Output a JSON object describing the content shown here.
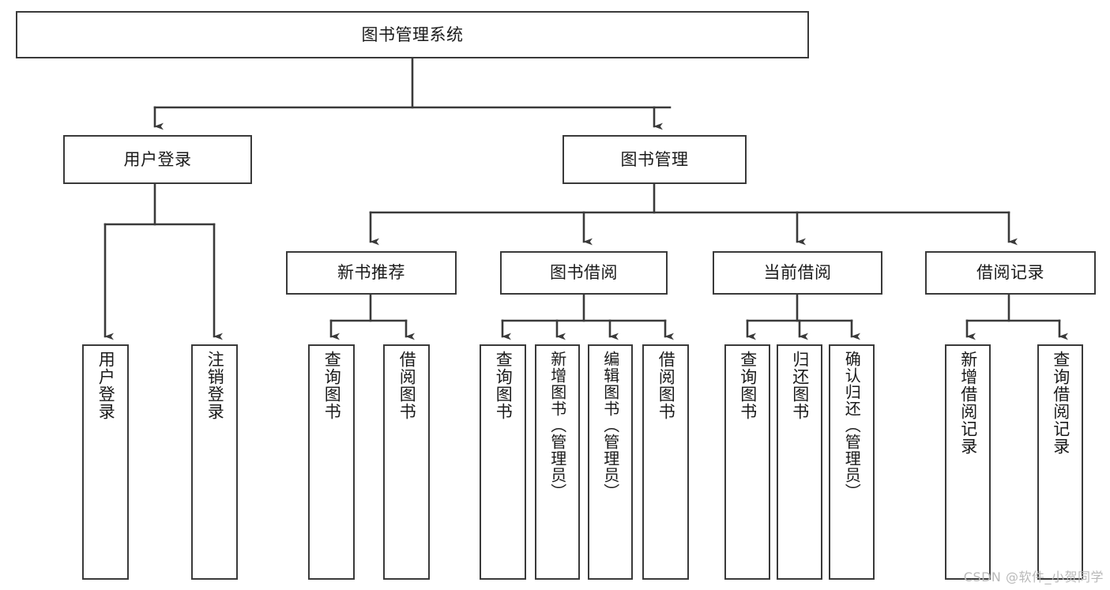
{
  "diagram": {
    "type": "tree",
    "title": "图书管理系统",
    "watermark": "CSDN @软件_小贺同学",
    "colors": {
      "box_border": "#3a3a3a",
      "box_fill": "#ffffff",
      "connector": "#3a3a3a",
      "text": "#1a1a1a",
      "watermark": "#b9b9b9",
      "background": "#ffffff"
    },
    "levels": {
      "root": "图书管理系统",
      "level2": [
        "用户登录",
        "图书管理"
      ],
      "level3": [
        "新书推荐",
        "图书借阅",
        "当前借阅",
        "借阅记录"
      ]
    },
    "nodes": {
      "root": {
        "label": "图书管理系统"
      },
      "user_login": {
        "label": "用户登录"
      },
      "book_manage": {
        "label": "图书管理"
      },
      "new_book_rec": {
        "label": "新书推荐"
      },
      "book_borrow": {
        "label": "图书借阅"
      },
      "current_borrow": {
        "label": "当前借阅"
      },
      "borrow_record": {
        "label": "借阅记录"
      },
      "leaf_user_login": {
        "label": "用户登录"
      },
      "leaf_logout": {
        "label": "注销登录"
      },
      "leaf_query_book_1": {
        "label": "查询图书"
      },
      "leaf_borrow_book_1": {
        "label": "借阅图书"
      },
      "leaf_query_book_2": {
        "label": "查询图书"
      },
      "leaf_add_book": {
        "label": "新增图书（管理员）"
      },
      "leaf_edit_book": {
        "label": "编辑图书（管理员）"
      },
      "leaf_borrow_book_2": {
        "label": "借阅图书"
      },
      "leaf_query_book_3": {
        "label": "查询图书"
      },
      "leaf_return_book": {
        "label": "归还图书"
      },
      "leaf_confirm_return": {
        "label": "确认归还（管理员）"
      },
      "leaf_add_record": {
        "label": "新增借阅记录"
      },
      "leaf_query_record": {
        "label": "查询借阅记录"
      }
    },
    "edges": [
      {
        "from": "root",
        "to": "user_login"
      },
      {
        "from": "root",
        "to": "book_manage"
      },
      {
        "from": "user_login",
        "to": "leaf_user_login"
      },
      {
        "from": "user_login",
        "to": "leaf_logout"
      },
      {
        "from": "book_manage",
        "to": "new_book_rec"
      },
      {
        "from": "book_manage",
        "to": "book_borrow"
      },
      {
        "from": "book_manage",
        "to": "current_borrow"
      },
      {
        "from": "book_manage",
        "to": "borrow_record"
      },
      {
        "from": "new_book_rec",
        "to": "leaf_query_book_1"
      },
      {
        "from": "new_book_rec",
        "to": "leaf_borrow_book_1"
      },
      {
        "from": "book_borrow",
        "to": "leaf_query_book_2"
      },
      {
        "from": "book_borrow",
        "to": "leaf_add_book"
      },
      {
        "from": "book_borrow",
        "to": "leaf_edit_book"
      },
      {
        "from": "book_borrow",
        "to": "leaf_borrow_book_2"
      },
      {
        "from": "current_borrow",
        "to": "leaf_query_book_3"
      },
      {
        "from": "current_borrow",
        "to": "leaf_return_book"
      },
      {
        "from": "current_borrow",
        "to": "leaf_confirm_return"
      },
      {
        "from": "borrow_record",
        "to": "leaf_add_record"
      },
      {
        "from": "borrow_record",
        "to": "leaf_query_record"
      }
    ]
  }
}
